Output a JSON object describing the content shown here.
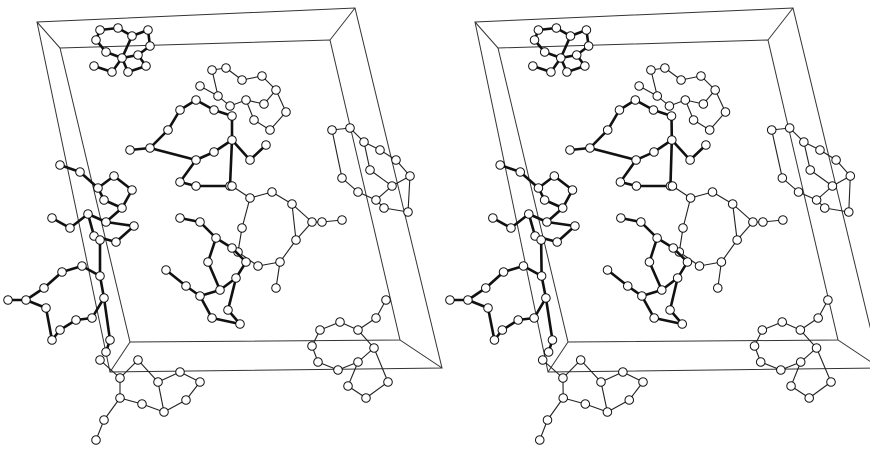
{
  "figure": {
    "kind": "stereo-pair",
    "description_visible_text": "",
    "panels": [
      {
        "id": "left-view"
      },
      {
        "id": "right-view"
      }
    ]
  }
}
